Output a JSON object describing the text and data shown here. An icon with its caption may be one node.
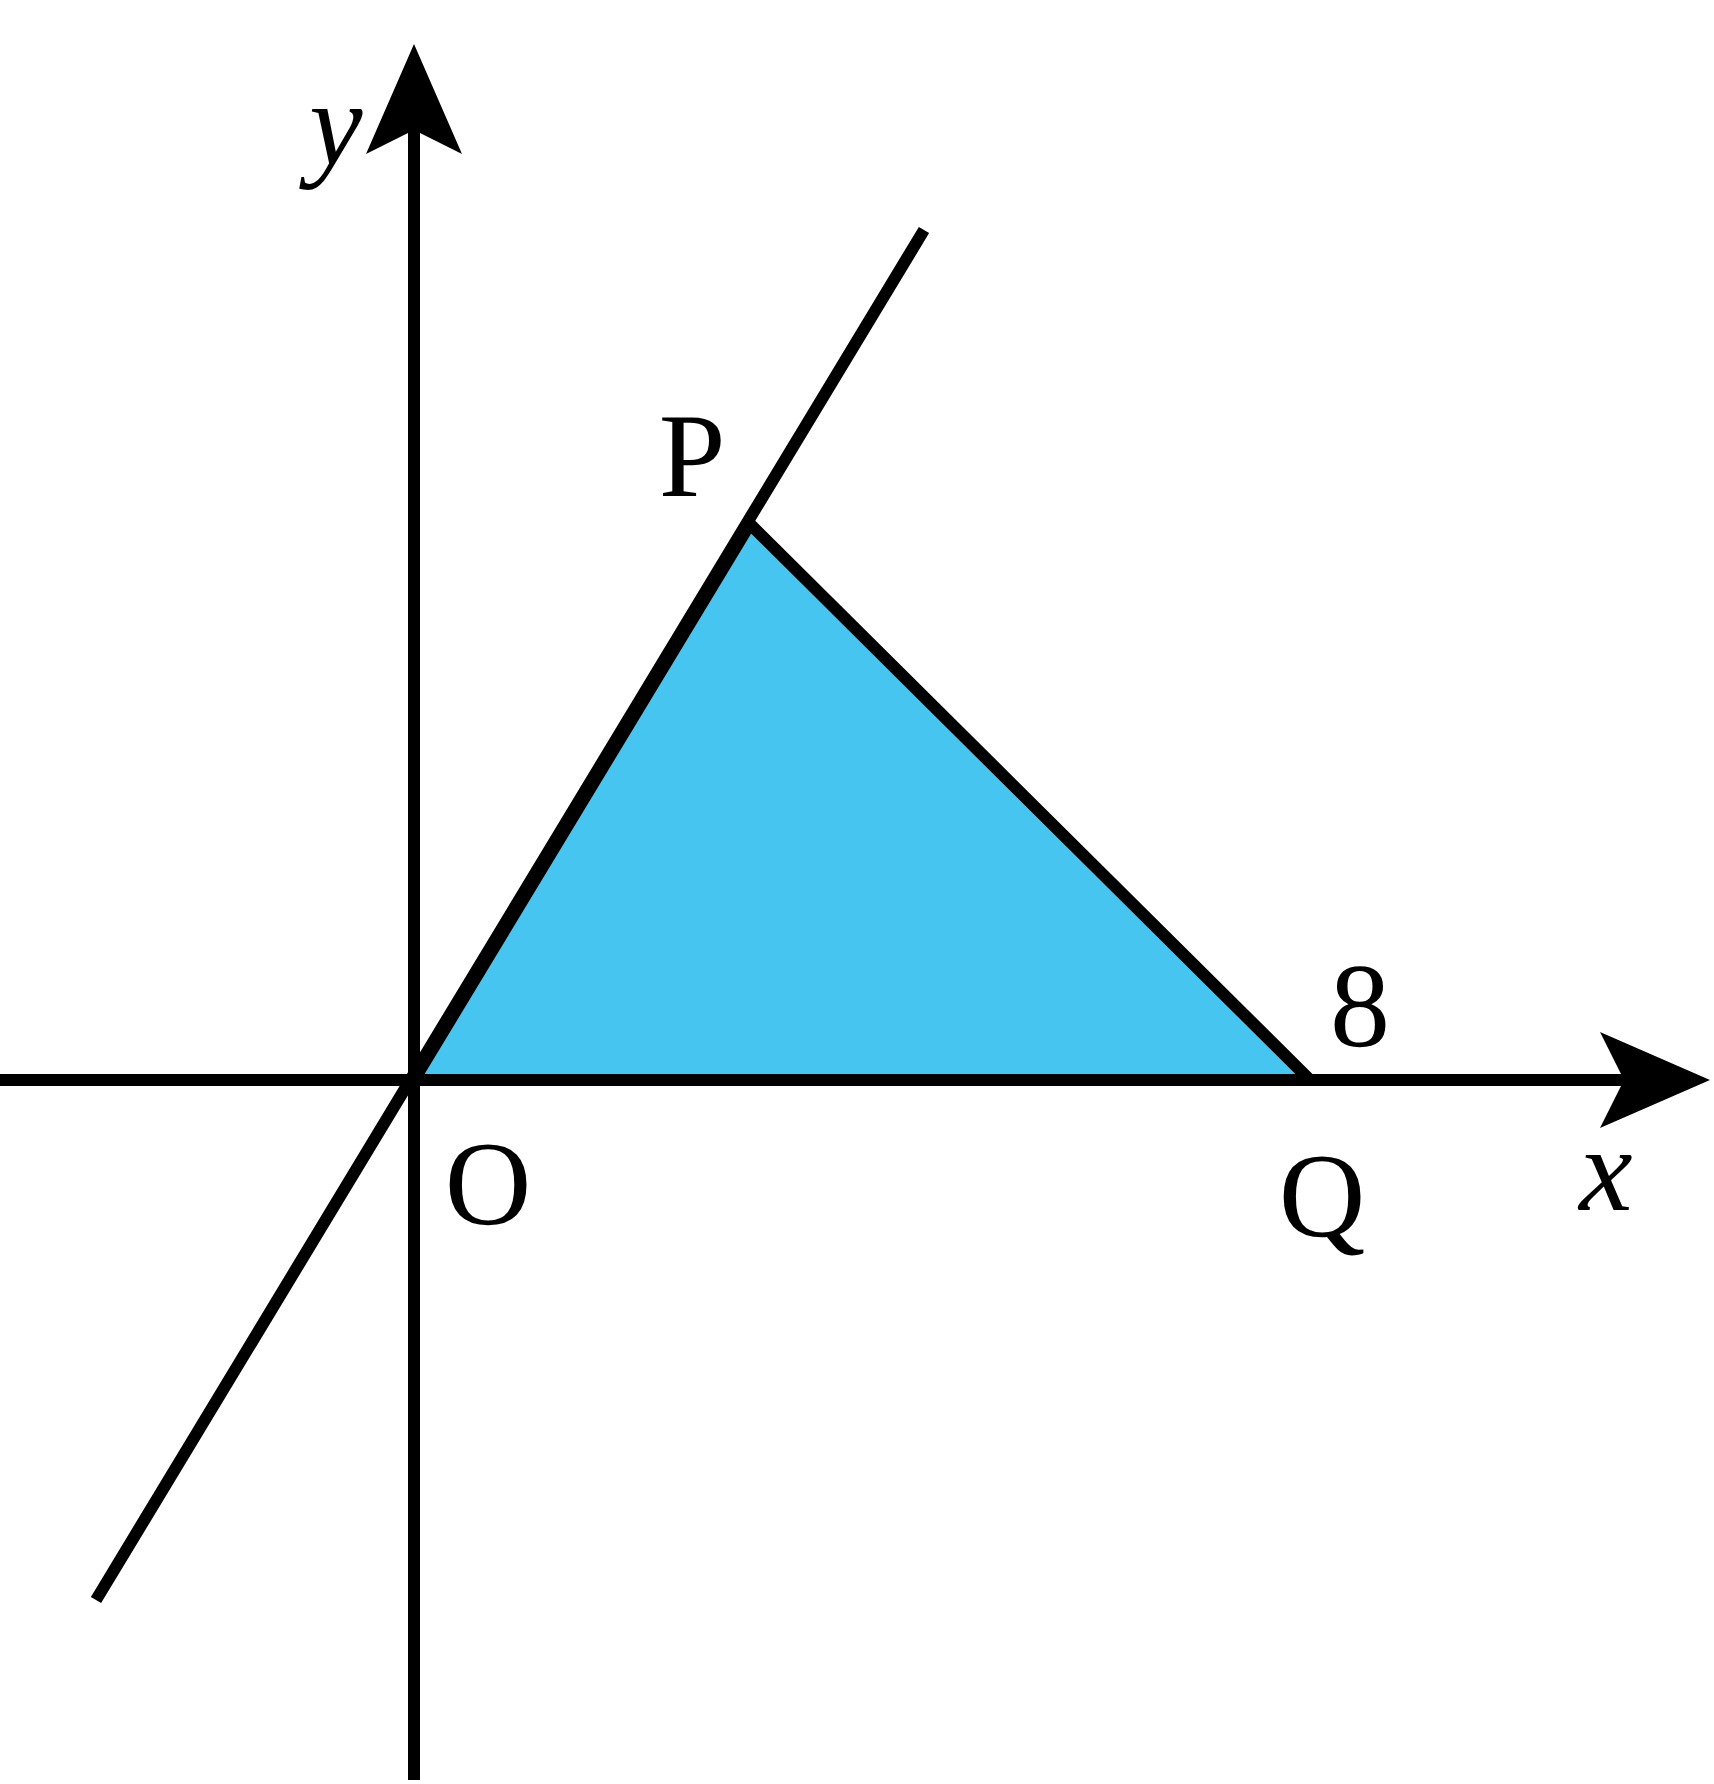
{
  "diagram": {
    "labels": [
      "y",
      "P",
      "8",
      "O",
      "Q",
      "x"
    ]
  }
}
